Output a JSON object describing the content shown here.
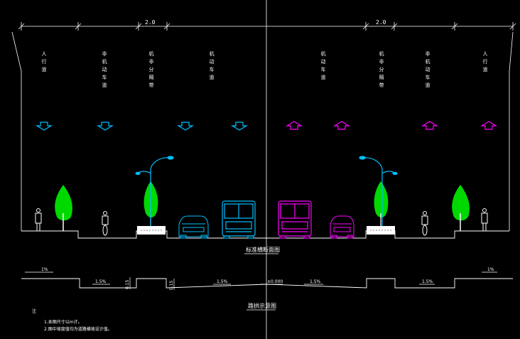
{
  "top_dimensions": {
    "left": "2.0",
    "right": "2.0"
  },
  "lane_labels": [
    {
      "text": "人\n行\n道",
      "color": "#ffffff"
    },
    {
      "text": "非\n机\n动\n车\n道",
      "color": "#ffffff"
    },
    {
      "text": "机\n非\n分\n隔\n带",
      "color": "#ffffff"
    },
    {
      "text": "机\n动\n车\n道",
      "color": "#ffffff"
    },
    {
      "text": "机\n动\n车\n道",
      "color": "#ffffff"
    },
    {
      "text": "机\n非\n分\n隔\n带",
      "color": "#ffffff"
    },
    {
      "text": "非\n机\n动\n车\n道",
      "color": "#ffffff"
    },
    {
      "text": "人\n行\n道",
      "color": "#ffffff"
    }
  ],
  "arrows": [
    {
      "dir": "down",
      "color": "#00bfff"
    },
    {
      "dir": "down",
      "color": "#00bfff"
    },
    {
      "dir": "down",
      "color": "#00bfff"
    },
    {
      "dir": "down",
      "color": "#00bfff"
    },
    {
      "dir": "up",
      "color": "#ff00ff"
    },
    {
      "dir": "up",
      "color": "#ff00ff"
    },
    {
      "dir": "up",
      "color": "#ff00ff"
    },
    {
      "dir": "up",
      "color": "#ff00ff"
    }
  ],
  "captions": {
    "section": "标准横断面图",
    "slope": "路拱示意图",
    "notes_title": "注",
    "note_1": "1.本图尺寸以m计。",
    "note_2": "2.图中坡度值均为道路横坡设计值。"
  },
  "slope_labels": {
    "left_outer": "1%",
    "right_outer": "1%",
    "s1": "1.5%",
    "s2": "1.5%",
    "s3": "1.5%",
    "s4": "1.5%",
    "center": "±0.000",
    "h1": "0.15",
    "h2": "0.15"
  },
  "colors": {
    "background": "#000000",
    "lines": "#ffffff",
    "tree": "#00ff00",
    "lamp": "#00bfff",
    "bus_left": "#00bfff",
    "bus_right": "#ff00ff"
  }
}
